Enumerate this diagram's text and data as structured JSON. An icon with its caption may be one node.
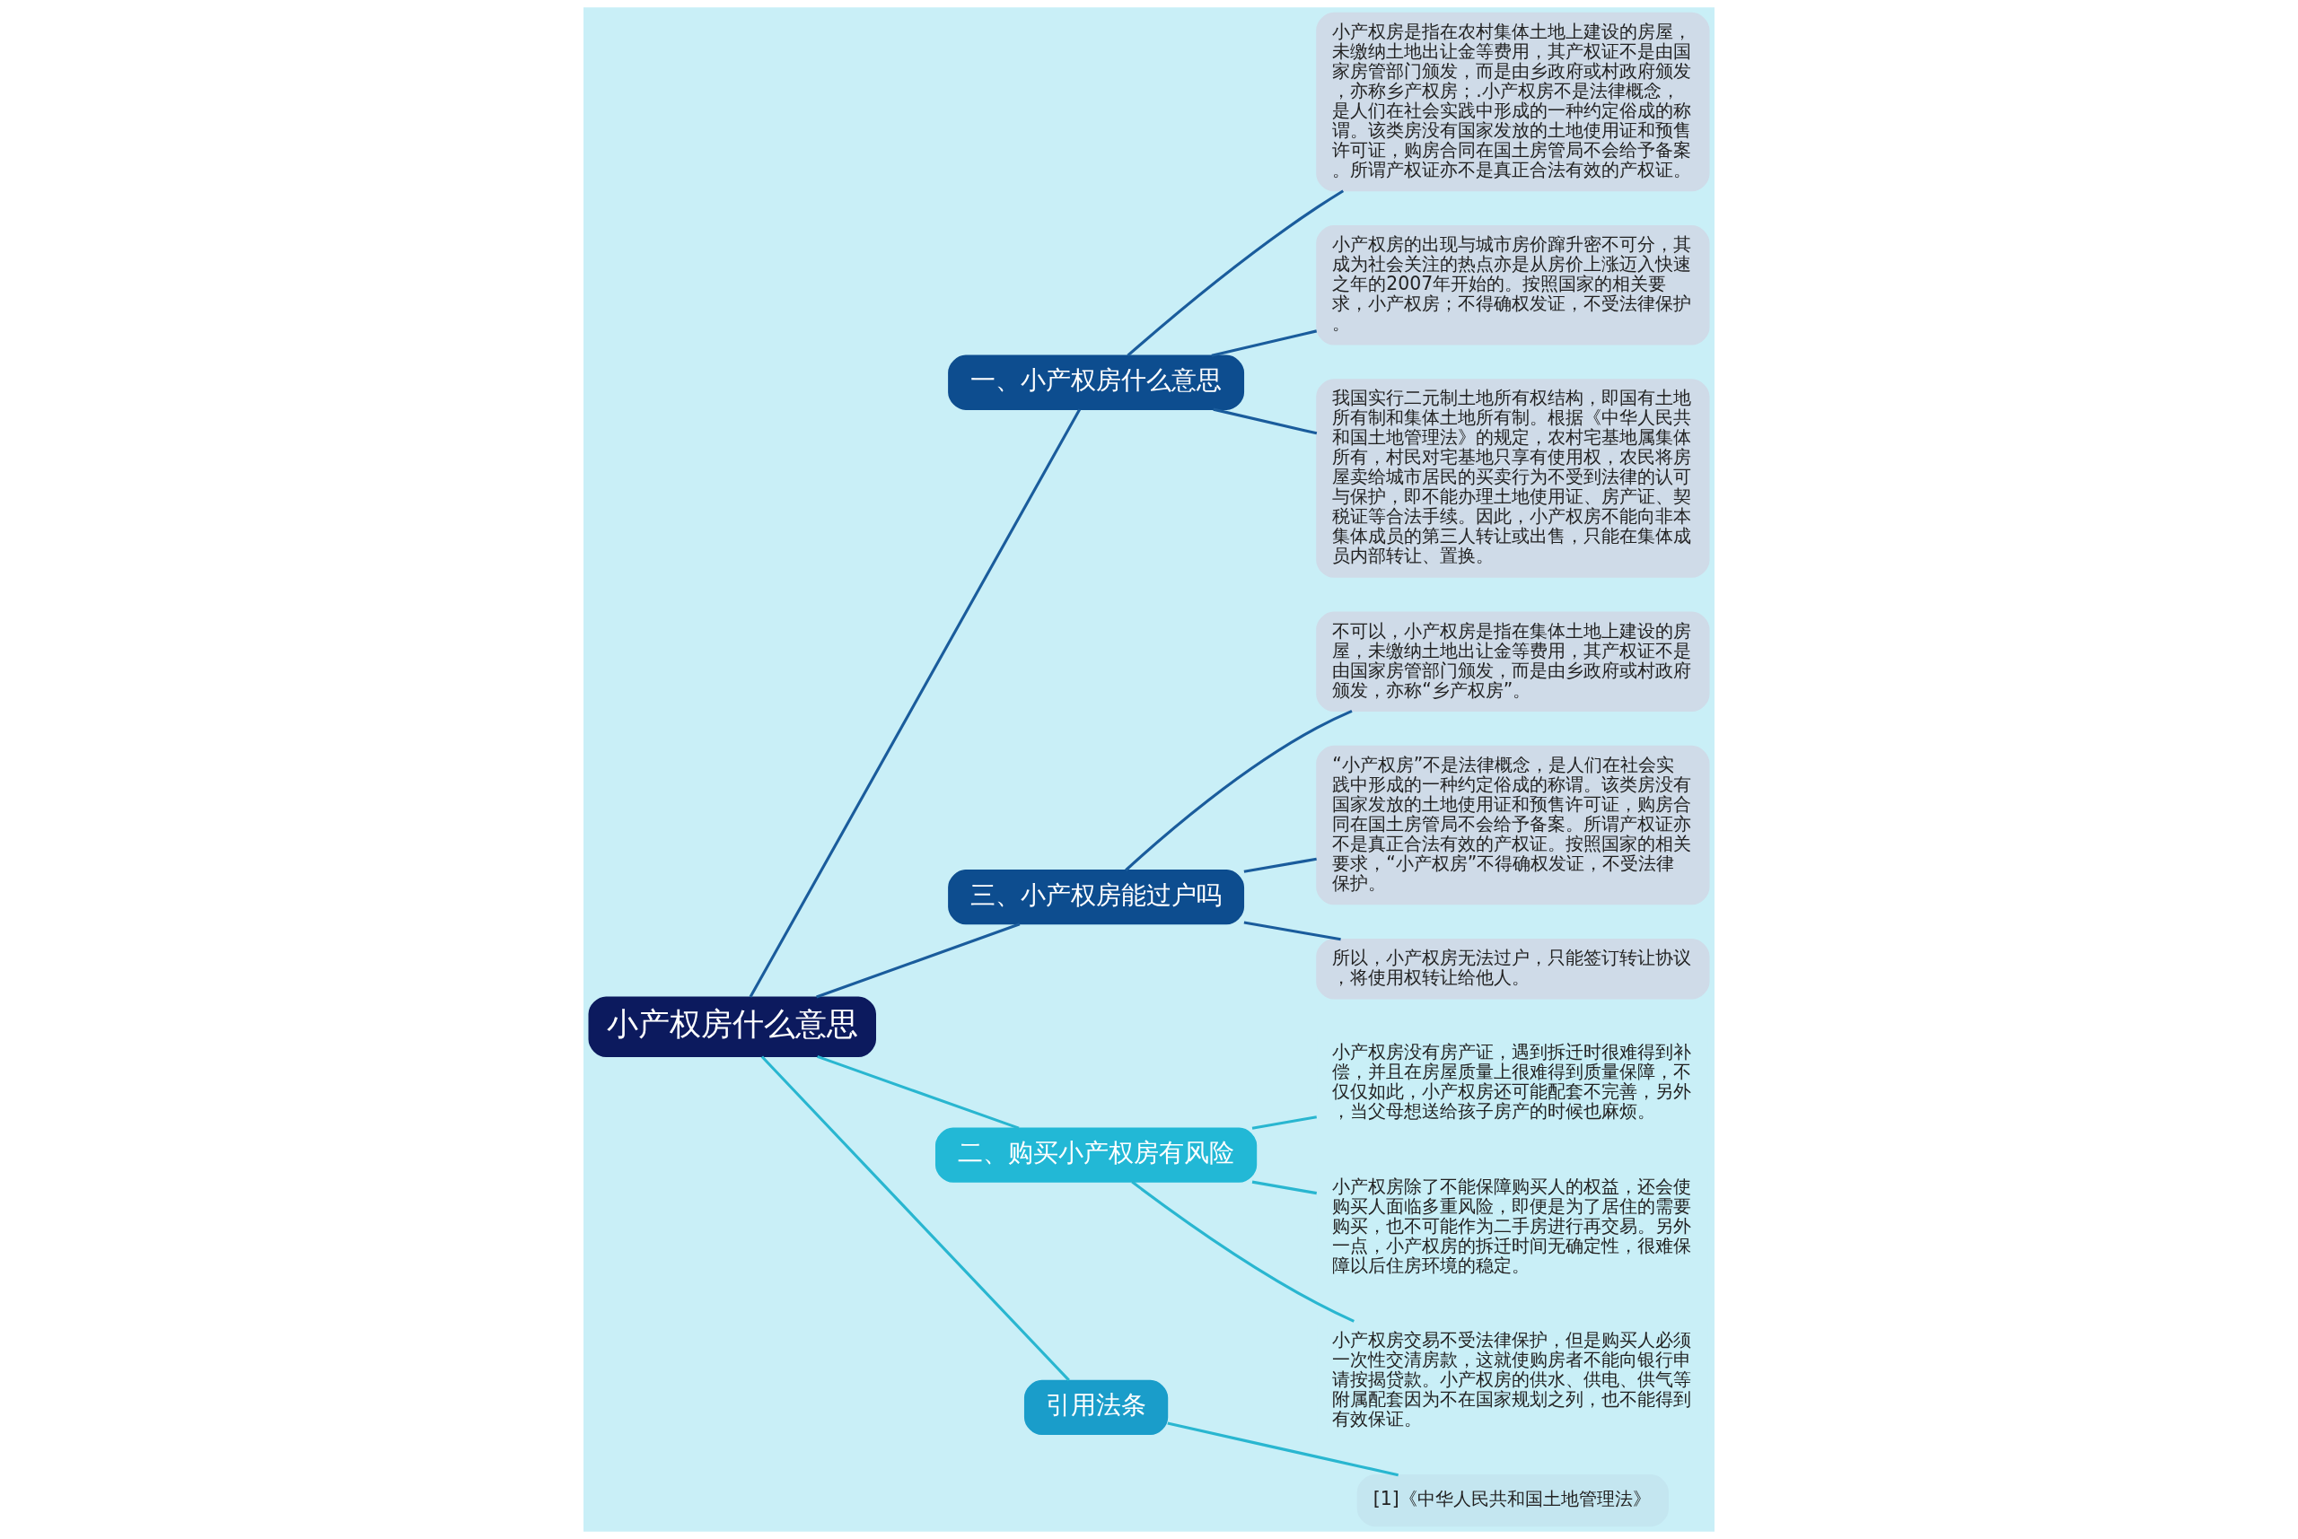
{
  "diagram": {
    "nodes": [
      {
        "text": [
          "小产权房什么意思"
        ]
      },
      {
        "text": [
          "一、小产权房什么意思"
        ]
      },
      {
        "text": [
          "小产权房是指在农村集体土地上建设的房屋，未缴纳土地出让金等费用，其产权证不是由国家房管部门颁发，而是由乡政府或村政府颁发，亦称乡产权房；.小产权房不是法律概念，是人们在社会实践中形成的一种约定俗成的称谓。该类房没有国家发放的土地使用证和预售许可证，购房合同在国土房管局不会给予备案。所谓产权证亦不是真正合法有效的产权证。"
        ]
      },
      {
        "text": [
          "小产权房的出现与城市房价蹿升密不可分，其成为社会关注的热点亦是从房价上涨迈入快速之年的2007年开始的。按照国家的相关要求，小产权房；不得确权发证，不受法律保护。"
        ]
      },
      {
        "text": [
          "我国实行二元制土地所有权结构，即国有土地所有制和集体土地所有制。根据《中华人民共和国土地管理法》的规定，农村宅基地属集体所有，村民对宅基地只享有使用权，农民将房屋卖给城市居民的买卖行为不受到法律的认可与保护，即不能办理土地使用证、房产证、契税证等合法手续。因此，小产权房不能向非本集体成员的第三人转让或出售，只能在集体成员内部转让、置换。"
        ]
      },
      {
        "text": [
          "三、小产权房能过户吗"
        ]
      },
      {
        "text": [
          "不可以，小产权房是指在集体土地上建设的房屋，未缴纳土地出让金等费用，其产权证不是由国家房管部门颁发，而是由乡政府或村政府颁发，亦称“乡产权房”。"
        ]
      },
      {
        "text": [
          "“小产权房”不是法律概念，是人们在社会实践中形成的一种约定俗成的称谓。该类房没有国家发放的土地使用证和预售许可证，购房合同在国土房管局不会给予备案。所谓产权证亦不是真正合法有效的产权证。按照国家的相关要求，“小产权房”不得确权发证，不受法律保护。"
        ]
      },
      {
        "text": [
          "所以，小产权房无法过户，只能签订转让协议，将使用权转让给他人。"
        ]
      },
      {
        "text": [
          "二、购买小产权房有风险"
        ]
      },
      {
        "text": [
          "小产权房没有房产证，遇到拆迁时很难得到补偿，并且在房屋质量上很难得到质量保障，不仅仅如此，小产权房还可能配套不完善，另外，当父母想送给孩子房产的时候也麻烦。"
        ]
      },
      {
        "text": [
          "小产权房除了不能保障购买人的权益，还会使购买人面临多重风险，即便是为了居住的需要购买，也不可能作为二手房进行再交易。另外一点，小产权房的拆迁时间无确定性，很难保障以后住房环境的稳定。"
        ]
      },
      {
        "text": [
          "小产权房交易不受法律保护，但是购买人必须一次性交清房款，这就使购房者不能向银行申请按揭贷款。小产权房的供水、供电、供气等附属配套因为不在国家规划之列，也不能得到有效保证。"
        ]
      },
      {
        "text": [
          "引用法条"
        ]
      },
      {
        "text": [
          "[1]《中华人民共和国土地管理法》"
        ]
      }
    ],
    "edges": [
      {
        "from": 0,
        "to": 1,
        "arrow": "none"
      },
      {
        "from": 1,
        "to": 2,
        "arrow": "none"
      },
      {
        "from": 1,
        "to": 3,
        "arrow": "none"
      },
      {
        "from": 1,
        "to": 4,
        "arrow": "none"
      },
      {
        "from": 0,
        "to": 5,
        "arrow": "none"
      },
      {
        "from": 5,
        "to": 6,
        "arrow": "none"
      },
      {
        "from": 5,
        "to": 7,
        "arrow": "none"
      },
      {
        "from": 5,
        "to": 8,
        "arrow": "none"
      },
      {
        "from": 0,
        "to": 9,
        "arrow": "none",
        "color": "#29b6d0"
      },
      {
        "from": 9,
        "to": 10,
        "arrow": "none",
        "color": "#29b6d0"
      },
      {
        "from": 9,
        "to": 11,
        "arrow": "none",
        "color": "#29b6d0"
      },
      {
        "from": 9,
        "to": 12,
        "arrow": "none",
        "color": "#29b6d0"
      },
      {
        "from": 0,
        "to": 13,
        "arrow": "none",
        "color": "#29b6d0"
      },
      {
        "from": 13,
        "to": 14,
        "arrow": "none",
        "color": "#29b6d0"
      }
    ]
  }
}
